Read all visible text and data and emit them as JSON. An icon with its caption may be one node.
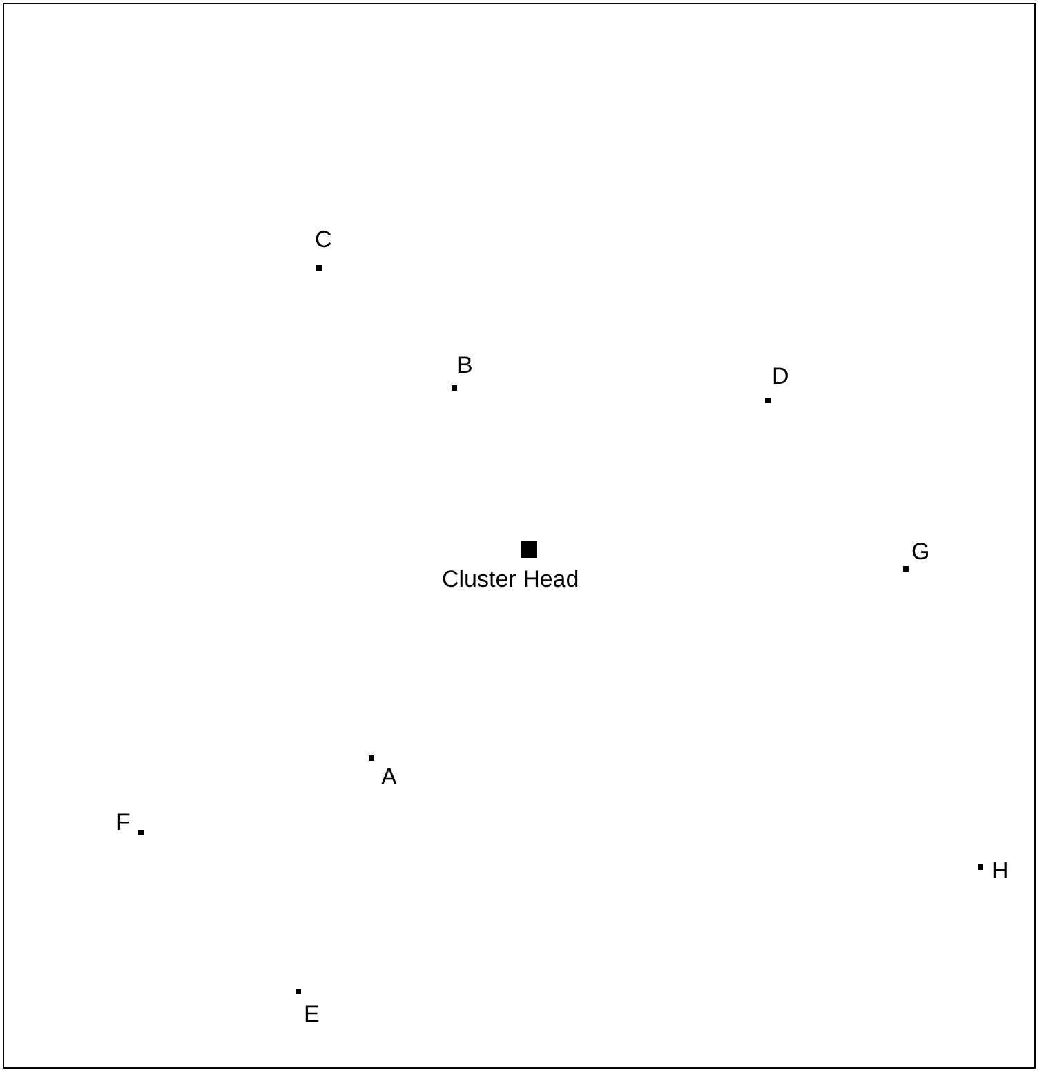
{
  "diagram": {
    "nodes": [
      {
        "text": [
          "C"
        ]
      },
      {
        "text": [
          "B"
        ]
      },
      {
        "text": [
          "D"
        ]
      },
      {
        "text": [
          "Cluster Head"
        ]
      },
      {
        "text": [
          "G"
        ]
      },
      {
        "text": [
          "A"
        ]
      },
      {
        "text": [
          "F"
        ]
      },
      {
        "text": [
          "H"
        ]
      },
      {
        "text": [
          "E"
        ]
      }
    ]
  }
}
